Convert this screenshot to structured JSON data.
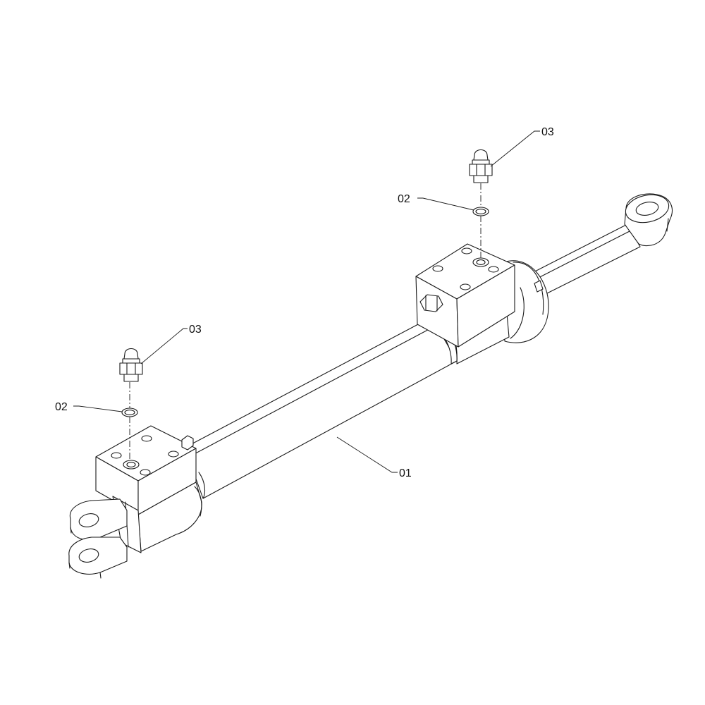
{
  "callouts": {
    "cylinder": "01",
    "seal_right": "02",
    "seal_left": "02",
    "fitting_right": "03",
    "fitting_left": "03"
  },
  "colors": {
    "line": "#1a1a1a",
    "background": "#ffffff"
  }
}
